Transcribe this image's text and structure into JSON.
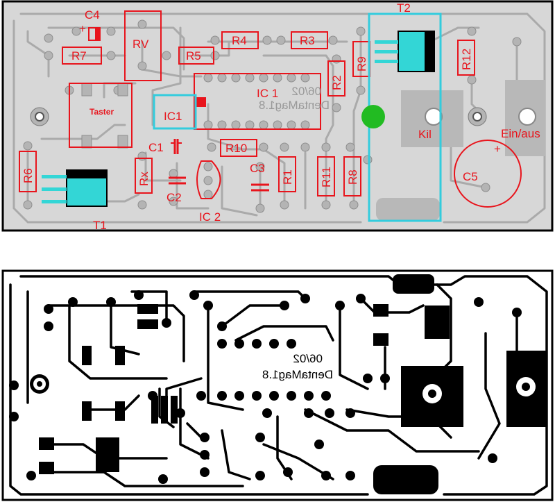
{
  "top_view": {
    "labels": {
      "c4": "C4",
      "rv": "RV",
      "r4": "R4",
      "r3": "R3",
      "t2": "T2",
      "r7": "R7",
      "r5": "R5",
      "r9": "R9",
      "r12": "R12",
      "r2": "R2",
      "ic1_box": "IC 1",
      "ic1_small": "IC1",
      "taster": "Taster",
      "c1": "C1",
      "r10": "R10",
      "c3": "C3",
      "r6": "R6",
      "rx": "Rx",
      "c2": "C2",
      "r1": "R1",
      "r11": "R11",
      "r8": "R8",
      "c5": "C5",
      "kil": "Kil",
      "ein_aus": "Ein/aus",
      "t1": "T1",
      "ic2": "IC 2",
      "plus_c4": "+",
      "plus_c5": "+"
    },
    "mirrored_text": {
      "date": "06/02",
      "name": "DentaMag1.8"
    },
    "colors": {
      "component": "#e8141c",
      "highlight": "#33ccdd",
      "led": "#22bb22",
      "copper": "#b0b0b0"
    }
  },
  "bottom_view": {
    "mirrored_text": {
      "date": "06/02",
      "name": "DentaMag1.8"
    },
    "colors": {
      "copper": "#000000",
      "board": "#ffffff"
    }
  }
}
